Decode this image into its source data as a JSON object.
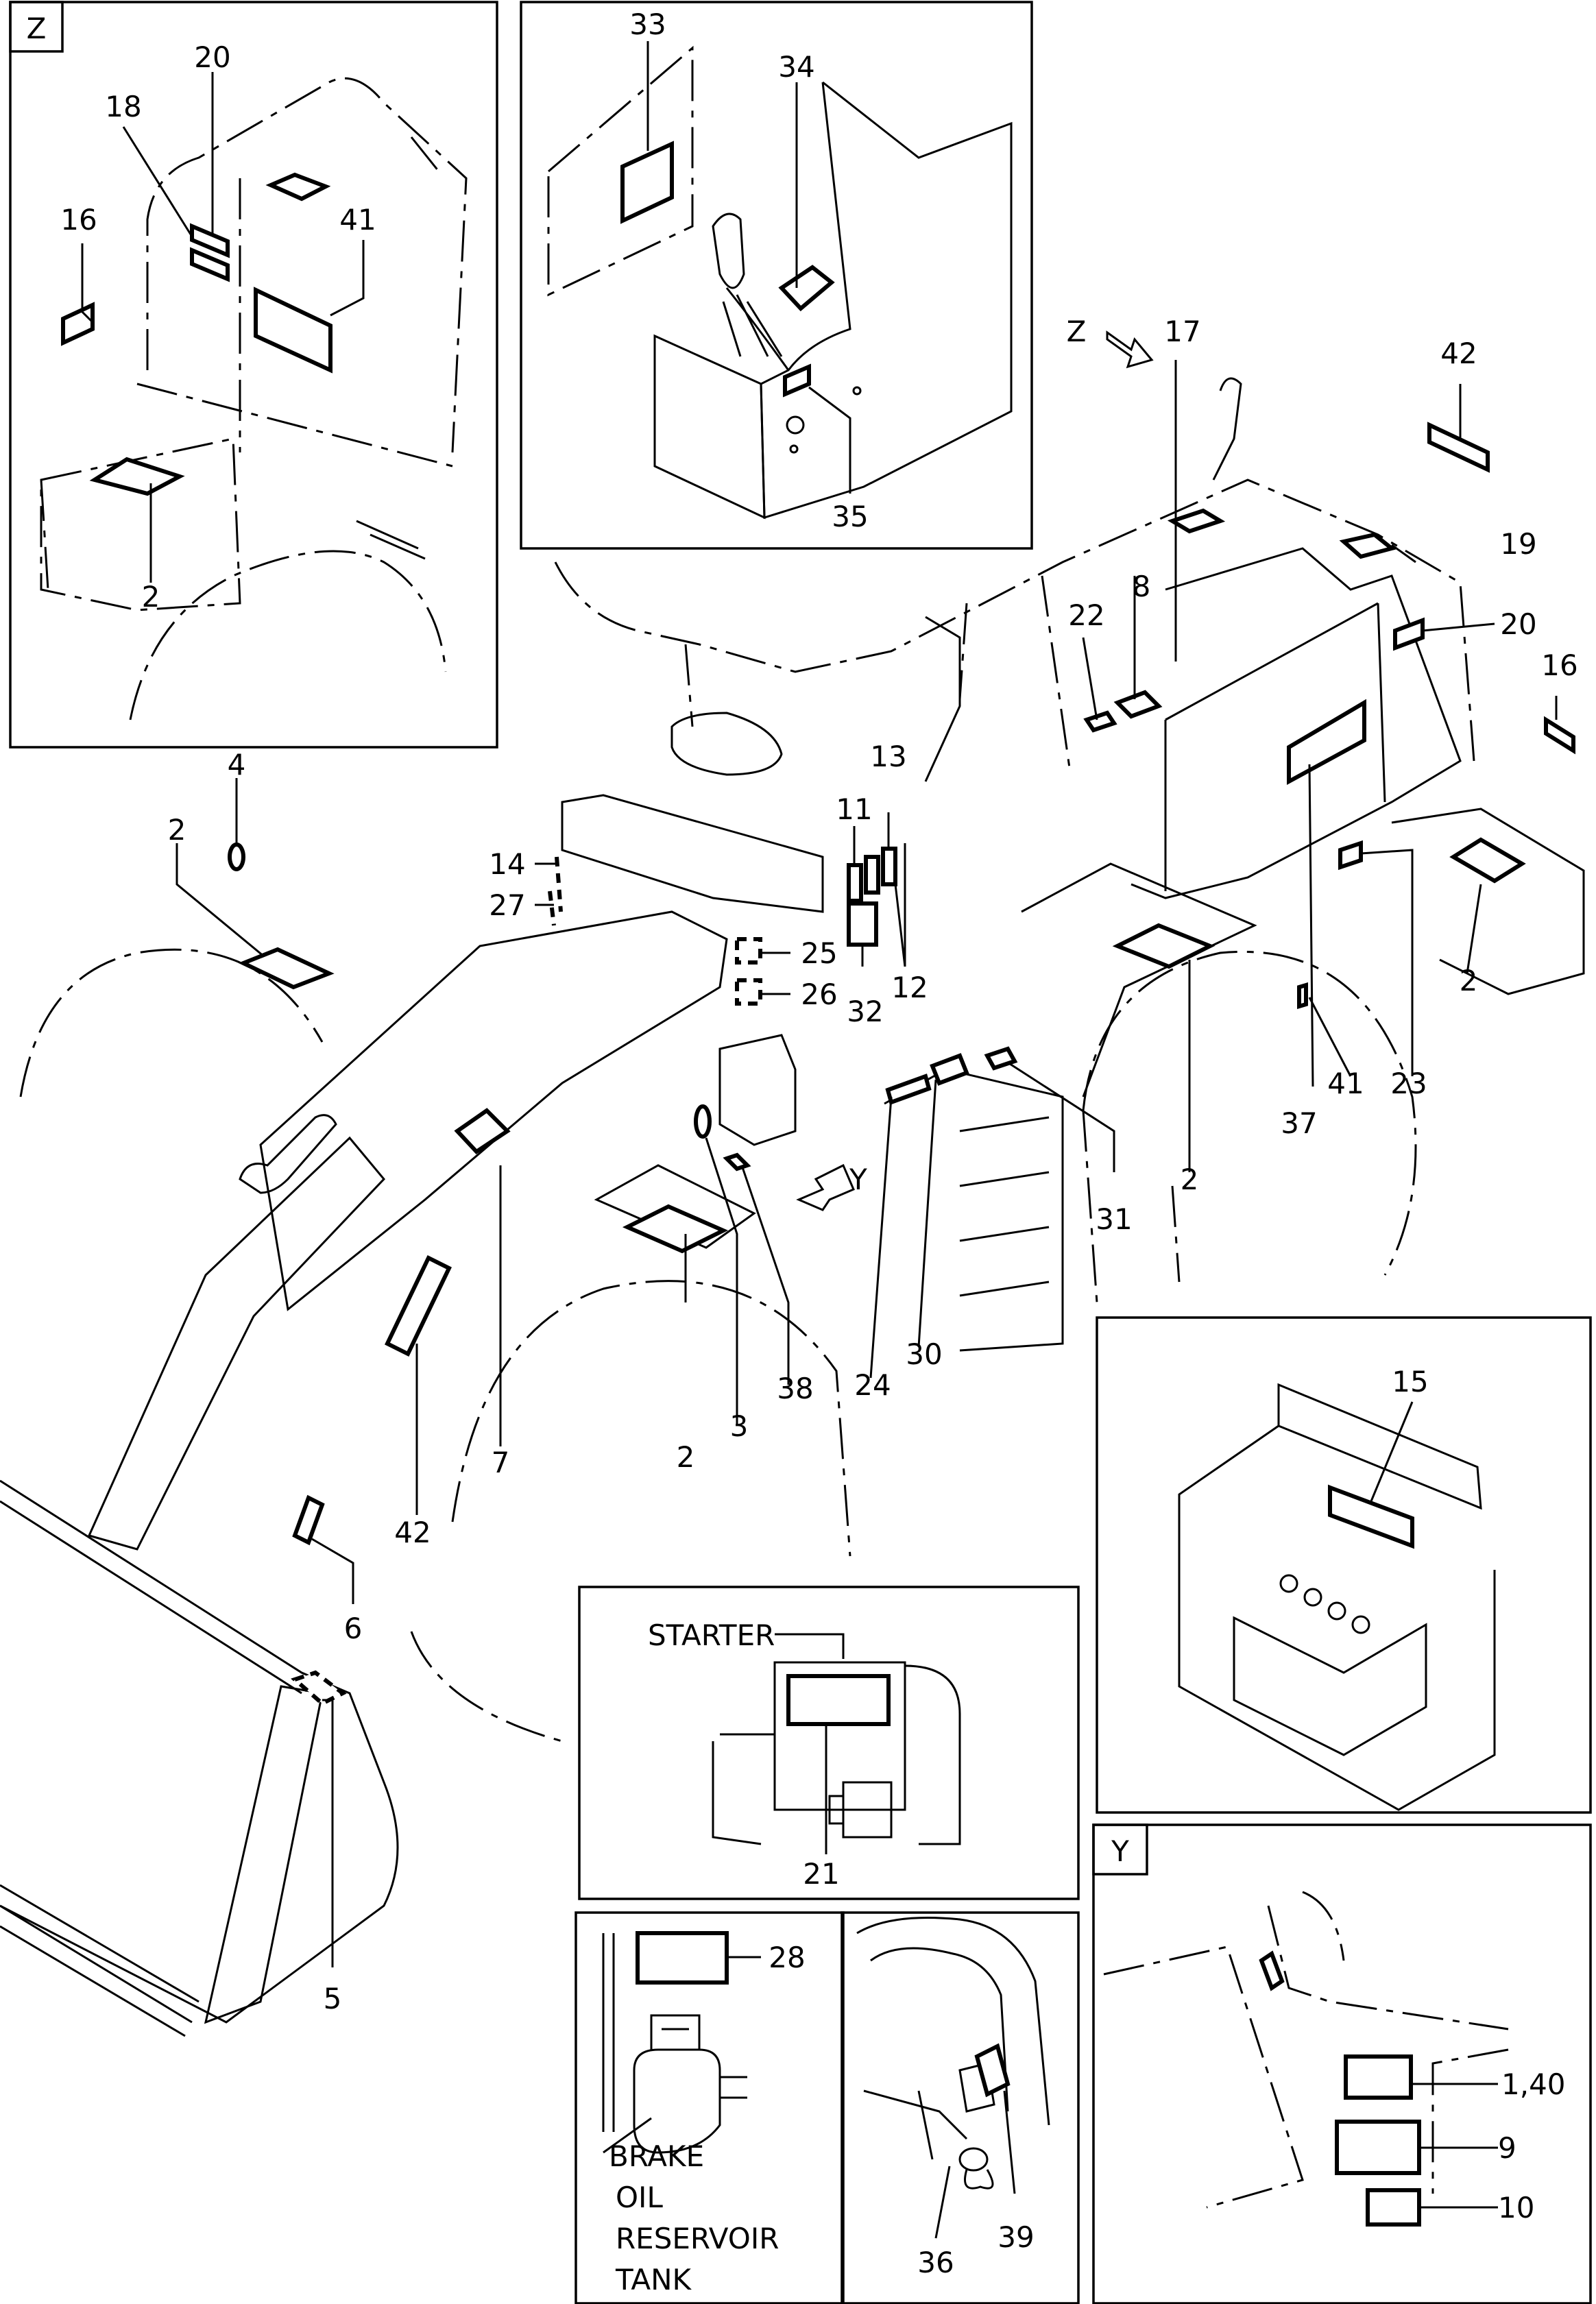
{
  "views": {
    "z": "Z",
    "y": "Y"
  },
  "arrows": {
    "z": "Z",
    "y": "Y"
  },
  "callouts": {
    "c1_40": "1,40",
    "c2": "2",
    "c3": "3",
    "c4": "4",
    "c5": "5",
    "c6": "6",
    "c7": "7",
    "c8": "8",
    "c9": "9",
    "c10": "10",
    "c11": "11",
    "c12": "12",
    "c13": "13",
    "c14": "14",
    "c15": "15",
    "c16": "16",
    "c17": "17",
    "c18": "18",
    "c19": "19",
    "c20": "20",
    "c21": "21",
    "c22": "22",
    "c23": "23",
    "c24": "24",
    "c25": "25",
    "c26": "26",
    "c27": "27",
    "c28": "28",
    "c30": "30",
    "c31": "31",
    "c32": "32",
    "c33": "33",
    "c34": "34",
    "c35": "35",
    "c36": "36",
    "c37": "37",
    "c38": "38",
    "c39": "39",
    "c41": "41",
    "c42": "42"
  },
  "texts": {
    "starter": "STARTER",
    "brake_1": "BRAKE",
    "brake_2": "OIL",
    "brake_3": "RESERVOIR",
    "brake_4": "TANK"
  }
}
